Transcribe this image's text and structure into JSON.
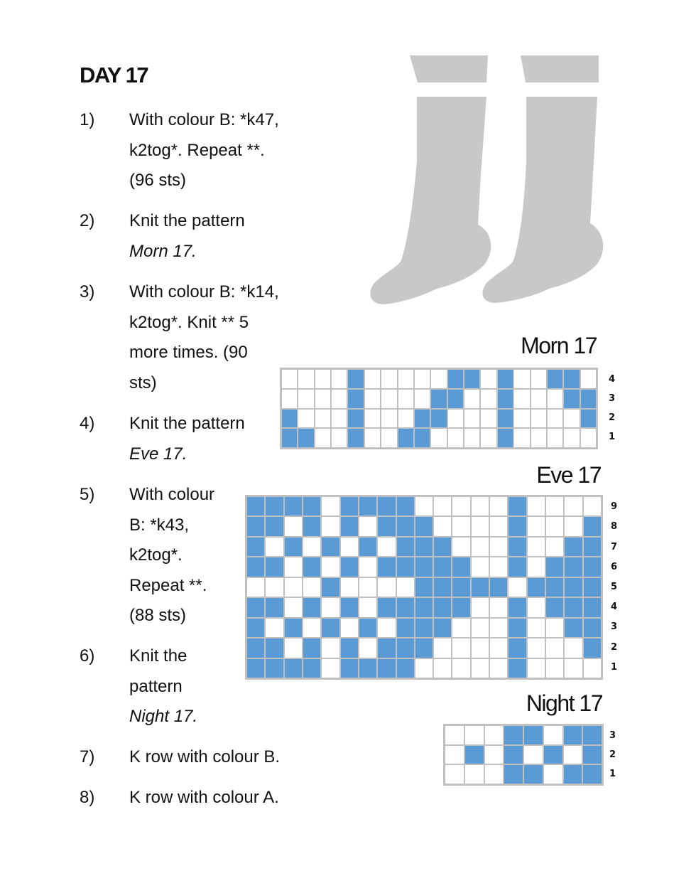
{
  "title": "DAY 17",
  "steps": [
    {
      "num": "1)",
      "lines": [
        "With colour B: *k47,",
        "k2tog*. Repeat **.",
        "(96 sts)"
      ],
      "italic": []
    },
    {
      "num": "2)",
      "lines": [
        "Knit the pattern",
        "Morn 17."
      ],
      "italic": [
        1
      ]
    },
    {
      "num": "3)",
      "lines": [
        "With colour B: *k14,",
        "k2tog*. Knit ** 5",
        "more times. (90",
        "sts)"
      ],
      "italic": []
    },
    {
      "num": "4)",
      "lines": [
        "Knit the pattern",
        "Eve 17."
      ],
      "italic": [
        1
      ]
    },
    {
      "num": "5)",
      "lines": [
        "With colour",
        "B: *k43,",
        "k2tog*.",
        "Repeat **.",
        "(88 sts)"
      ],
      "italic": []
    },
    {
      "num": "6)",
      "lines": [
        "Knit the",
        "pattern",
        "Night 17."
      ],
      "italic": [
        2
      ]
    },
    {
      "num": "7)",
      "lines": [
        "K row with colour B."
      ],
      "italic": []
    },
    {
      "num": "8)",
      "lines": [
        "K row with colour A."
      ],
      "italic": []
    }
  ],
  "colors": {
    "filled": "#5b9bd5",
    "empty": "#ffffff",
    "gridline": "#c0c0c0",
    "sock": "#c8c8c8"
  },
  "charts": [
    {
      "id": "morn",
      "title": "Morn 17",
      "row_labels": [
        "4",
        "3",
        "2",
        "1"
      ],
      "rows": [
        "0000100000110100110",
        "0000100001100100011",
        "1000100011000100001",
        "1100100110000100000"
      ]
    },
    {
      "id": "eve",
      "title": "Eve 17",
      "row_labels": [
        "9",
        "8",
        "7",
        "6",
        "5",
        "4",
        "3",
        "2",
        "1"
      ],
      "rows": [
        "1111011110000010000",
        "1101010111000010001",
        "1010101011100010011",
        "1101010111110010111",
        "0000100001111101111",
        "1101010111110010111",
        "1010101011100010011",
        "1101010111000010001",
        "1111011110000010000"
      ]
    },
    {
      "id": "night",
      "title": "Night 17",
      "row_labels": [
        "3",
        "2",
        "1"
      ],
      "rows": [
        "00011011",
        "01010101",
        "00011011"
      ]
    }
  ]
}
